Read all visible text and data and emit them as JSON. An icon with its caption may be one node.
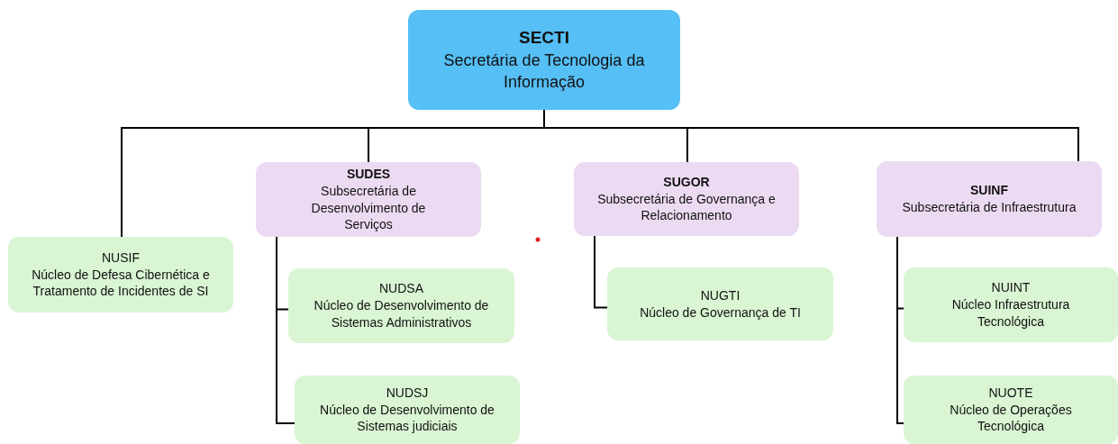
{
  "diagram": {
    "nodes": [
      {
        "text": [
          "SECTI",
          "Secretária de Tecnologia da Informação"
        ]
      },
      {
        "text": [
          "NUSIF",
          "Núcleo de Defesa Cibernética e Tratamento de Incidentes de SI"
        ]
      },
      {
        "text": [
          "SUDES",
          "Subsecretária de Desenvolvimento de Serviços"
        ]
      },
      {
        "text": [
          "NUDSA",
          "Núcleo de Desenvolvimento de Sistemas Administrativos"
        ]
      },
      {
        "text": [
          "NUDSJ",
          "Núcleo de Desenvolvimento de Sistemas judiciais"
        ]
      },
      {
        "text": [
          "SUGOR",
          "Subsecretária de Governança e Relacionamento"
        ]
      },
      {
        "text": [
          "NUGTI",
          "Núcleo de Governança de TI"
        ]
      },
      {
        "text": [
          "SUINF",
          "Subsecretária de Infraestrutura"
        ]
      },
      {
        "text": [
          "NUINT",
          "Núcleo Infraestrutura Tecnológica"
        ]
      },
      {
        "text": [
          "NUOTE",
          "Núcleo de Operações Tecnológica"
        ]
      }
    ],
    "edges": [
      {
        "from": 0,
        "to": 1,
        "arrow": "none"
      },
      {
        "from": 0,
        "to": 2,
        "arrow": "none"
      },
      {
        "from": 0,
        "to": 5,
        "arrow": "none"
      },
      {
        "from": 0,
        "to": 7,
        "arrow": "none"
      },
      {
        "from": 2,
        "to": 3,
        "arrow": "none"
      },
      {
        "from": 2,
        "to": 4,
        "arrow": "none"
      },
      {
        "from": 5,
        "to": 6,
        "arrow": "none"
      },
      {
        "from": 7,
        "to": 8,
        "arrow": "none"
      },
      {
        "from": 7,
        "to": 9,
        "arrow": "none"
      }
    ]
  }
}
